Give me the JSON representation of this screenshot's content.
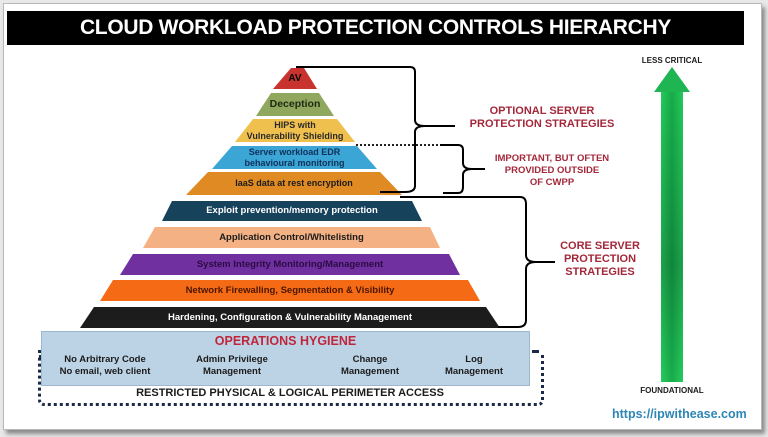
{
  "title": "CLOUD WORKLOAD PROTECTION CONTROLS HIERARCHY",
  "pyramid": {
    "tiers": [
      {
        "label": "AV",
        "color": "#c8332f",
        "text_color": "#ffffff"
      },
      {
        "label": "Deception",
        "color": "#8fa85d",
        "text_color": "#1f2a12"
      },
      {
        "label_line1": "HIPS with",
        "label_line2": "Vulnerability Shielding",
        "color": "#efc04d",
        "text_color": "#2a2a2a"
      },
      {
        "label_line1": "Server workload EDR",
        "label_line2": "behavioural monitoring",
        "color": "#3ba6d6",
        "text_color": "#10315a"
      },
      {
        "label": "IaaS data at rest encryption",
        "color": "#e08a24",
        "text_color": "#1b1b1b"
      },
      {
        "label": "Exploit prevention/memory protection",
        "color": "#17425c",
        "text_color": "#ffffff"
      },
      {
        "label": "Application Control/Whitelisting",
        "color": "#f4b183",
        "text_color": "#1b1b1b"
      },
      {
        "label": "System Integrity Monitoring/Management",
        "color": "#7030a0",
        "text_color": "#2c0b44"
      },
      {
        "label": "Network Firewalling, Segmentation & Visibility",
        "color": "#f56a14",
        "text_color": "#4a1600"
      },
      {
        "label": "Hardening, Configuration & Vulnerability Management",
        "color": "#1c1c1c",
        "text_color": "#ffffff"
      }
    ]
  },
  "brackets": {
    "optional": {
      "line1": "OPTIONAL SERVER",
      "line2": "PROTECTION STRATEGIES"
    },
    "important": {
      "line1": "IMPORTANT, BUT OFTEN",
      "line2": "PROVIDED OUTSIDE",
      "line3": "OF CWPP"
    },
    "core": {
      "line1": "CORE SERVER",
      "line2": "PROTECTION",
      "line3": "STRATEGIES"
    }
  },
  "operations_hygiene": {
    "title": "OPERATIONS HYGIENE",
    "items": [
      {
        "line1": "No Arbitrary Code",
        "line2": "No email, web client"
      },
      {
        "line1": "Admin Privilege",
        "line2": "Management"
      },
      {
        "line1": "Change",
        "line2": "Management"
      },
      {
        "line1": "Log",
        "line2": "Management"
      }
    ]
  },
  "perimeter": {
    "label": "RESTRICTED PHYSICAL & LOGICAL PERIMETER ACCESS"
  },
  "axis": {
    "top_label": "LESS CRITICAL",
    "bottom_label": "FOUNDATIONAL",
    "arrow_icon": "up-arrow-icon",
    "arrow_color": "#1db954"
  },
  "footer": {
    "url": "https://ipwithease.com"
  }
}
